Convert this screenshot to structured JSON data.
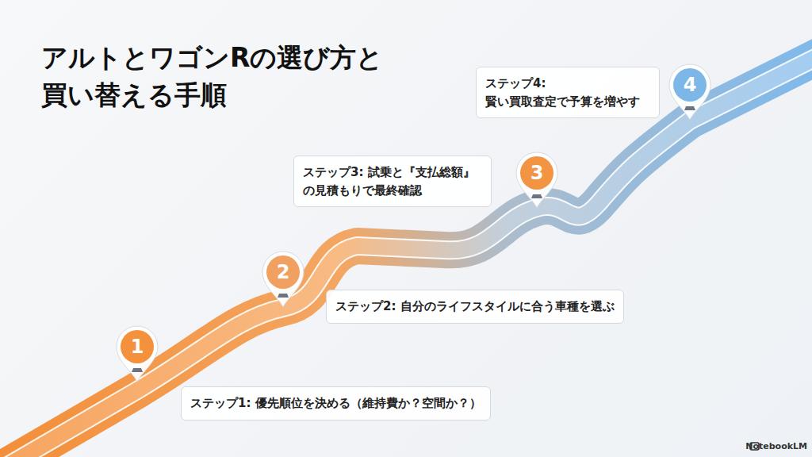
{
  "diagram": {
    "title": "アルトとワゴンRの選び方と 買い替える手順",
    "nodes": [
      {
        "text": [
          "1"
        ]
      },
      {
        "text": [
          "ステップ1: 優先順位を決める（維持費か？空間か？）"
        ]
      },
      {
        "text": [
          "2"
        ]
      },
      {
        "text": [
          "ステップ2: 自分のライフスタイルに合う車種を選ぶ"
        ]
      },
      {
        "text": [
          "3"
        ]
      },
      {
        "text": [
          "ステップ3: 試乗と『支払総額』の見積もりで最終確認"
        ]
      },
      {
        "text": [
          "4"
        ]
      },
      {
        "text": [
          "ステップ4: 賢い買取査定で予算を増やす"
        ]
      }
    ],
    "labels": [
      "NotebookLM"
    ]
  }
}
